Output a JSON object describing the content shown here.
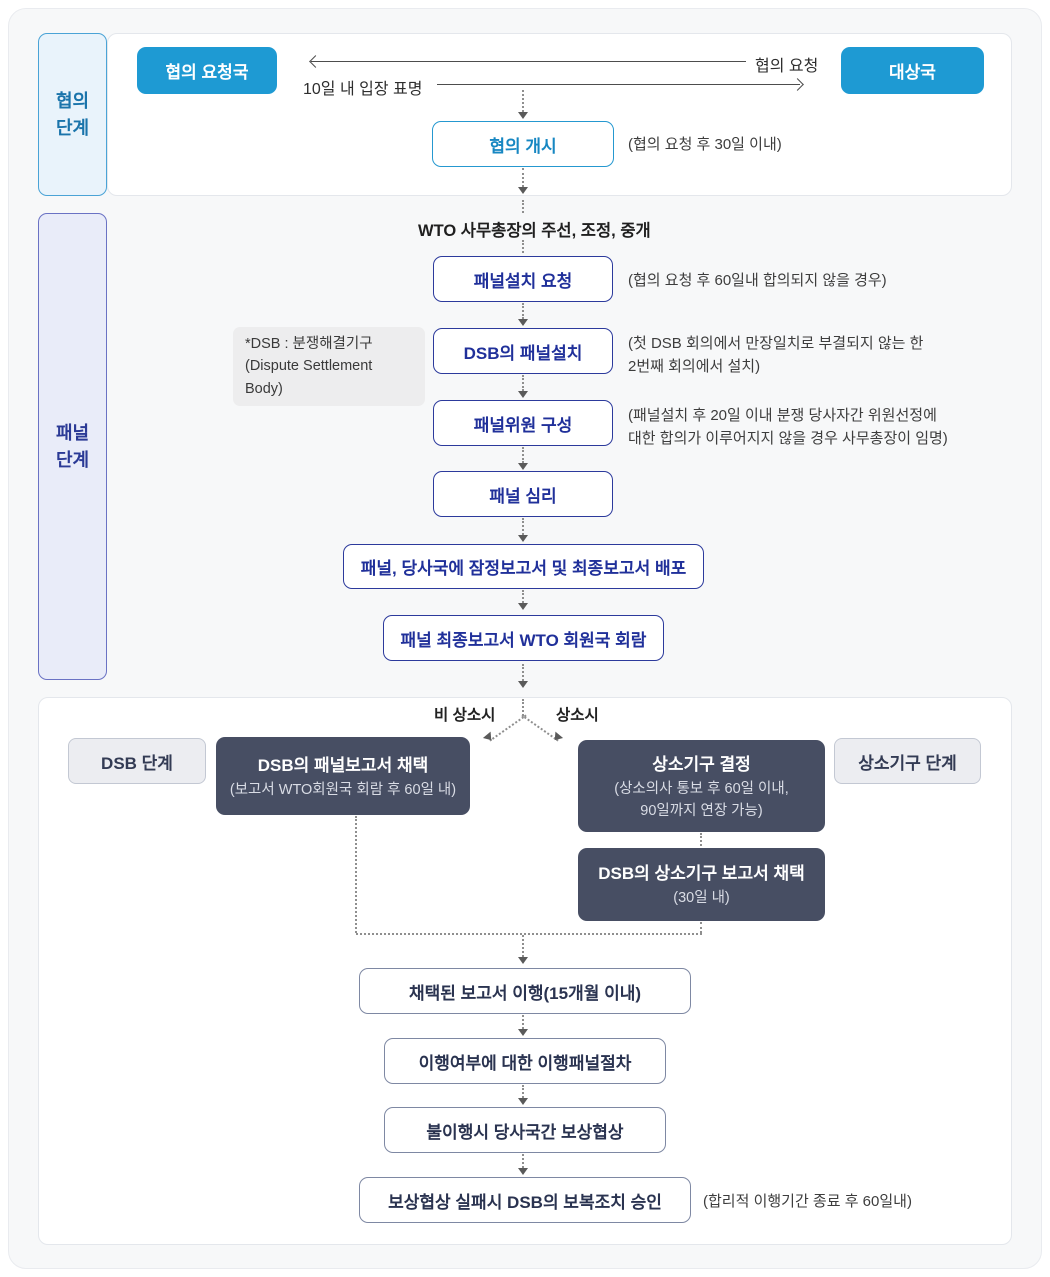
{
  "consult": {
    "stage_label": "협의\n단계",
    "requester": "협의 요청국",
    "respondent": "대상국",
    "request_arrow_label": "협의 요청",
    "response_arrow_label": "10일 내 입장 표명",
    "start_box": "협의 개시",
    "start_note": "(협의 요청 후 30일 이내)"
  },
  "panel": {
    "stage_label": "패널\n단계",
    "heading": "WTO 사무총장의 주선, 조정, 중개",
    "dsb_note": "*DSB : 분쟁해결기구\n(Dispute Settlement Body)",
    "steps": [
      {
        "label": "패널설치 요청",
        "note": "(협의 요청 후 60일내 합의되지 않을 경우)"
      },
      {
        "label": "DSB의 패널설치",
        "note": "(첫 DSB 회의에서 만장일치로 부결되지 않는 한\n2번째 회의에서 설치)"
      },
      {
        "label": "패널위원 구성",
        "note": "(패널설치 후 20일 이내 분쟁 당사자간 위원선정에\n 대한 합의가 이루어지지 않을 경우 사무총장이 임명)"
      },
      {
        "label": "패널 심리"
      }
    ],
    "report_distribute": "패널, 당사국에 잠정보고서 및 최종보고서 배포",
    "report_circulate": "패널 최종보고서 WTO 회원국 회람"
  },
  "decision": {
    "no_appeal_label": "비 상소시",
    "appeal_label": "상소시",
    "dsb_stage_label": "DSB 단계",
    "appellate_stage_label": "상소기구 단계",
    "panel_adopt": {
      "title": "DSB의 패널보고서 채택",
      "sub": "(보고서 WTO회원국 회람 후 60일 내)"
    },
    "appellate_decision": {
      "title": "상소기구 결정",
      "sub": "(상소의사 통보 후 60일 이내,\n90일까지 연장 가능)"
    },
    "appellate_adopt": {
      "title": "DSB의 상소기구 보고서 채택",
      "sub": "(30일 내)"
    },
    "impl": [
      {
        "label": "채택된 보고서 이행(15개월 이내)"
      },
      {
        "label": "이행여부에 대한 이행패널절차"
      },
      {
        "label": "불이행시 당사국간 보상협상"
      },
      {
        "label": "보상협상 실패시 DSB의 보복조치 승인",
        "note": "(합리적 이행기간 종료 후 60일내)"
      }
    ]
  },
  "colors": {
    "accent_blue": "#1e9ad3",
    "consult_border": "#2598d0",
    "panel_navy": "#2c3a9c",
    "dark_box": "#474e63",
    "impl_border": "#7e88a3"
  }
}
